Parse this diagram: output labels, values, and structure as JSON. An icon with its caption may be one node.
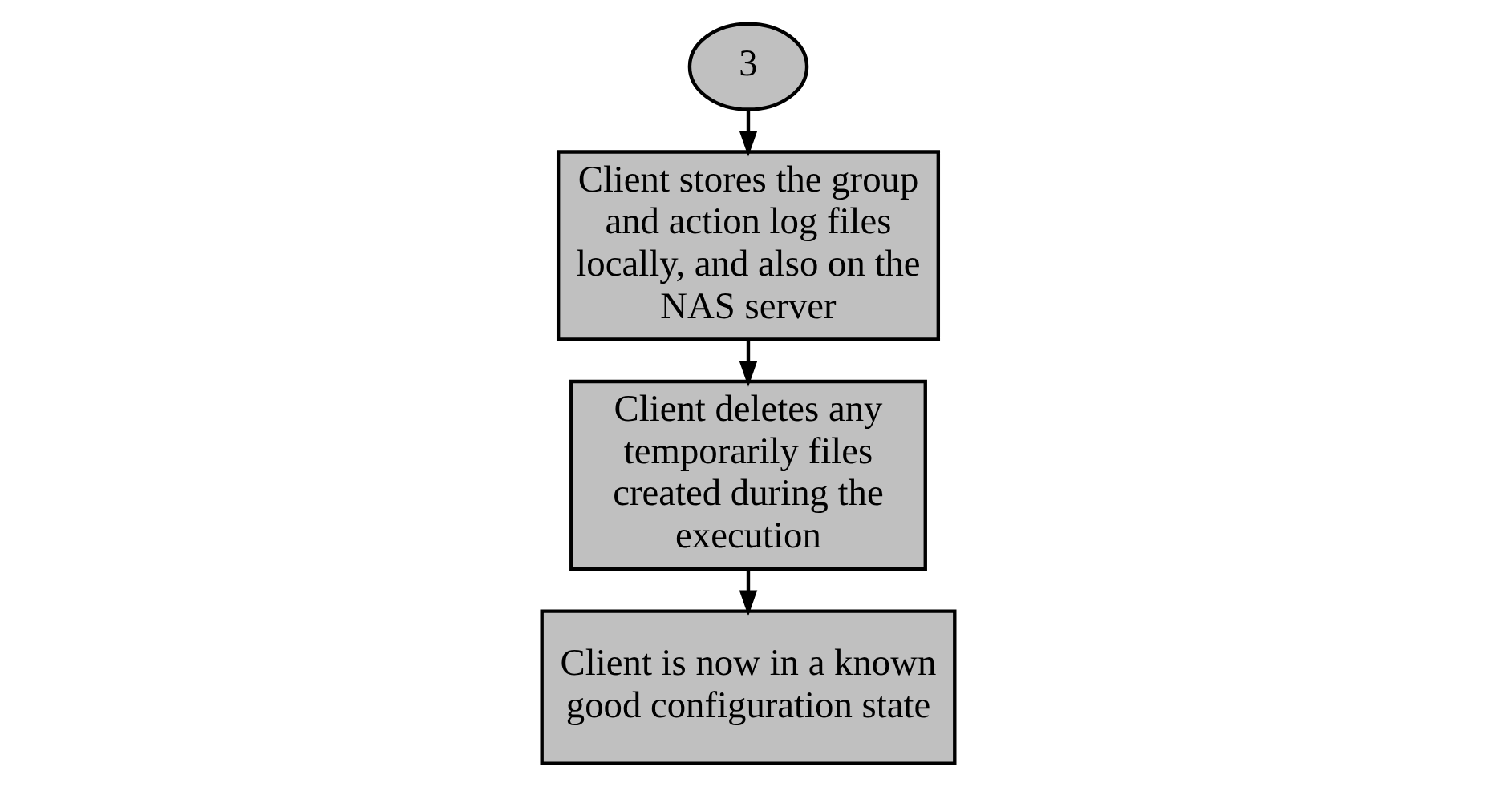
{
  "diagram": {
    "nodes": [
      {
        "text": [
          "3"
        ]
      },
      {
        "text": [
          "Client stores the group and action log files locally, and also on the NAS server"
        ]
      },
      {
        "text": [
          "Client deletes any temporarily files created during the execution"
        ]
      },
      {
        "text": [
          "Client is now in a known good configuration state"
        ]
      }
    ],
    "edges": [
      {
        "from": 0,
        "to": 1,
        "arrow": "to"
      },
      {
        "from": 1,
        "to": 2,
        "arrow": "to"
      },
      {
        "from": 2,
        "to": 3,
        "arrow": "to"
      }
    ]
  }
}
